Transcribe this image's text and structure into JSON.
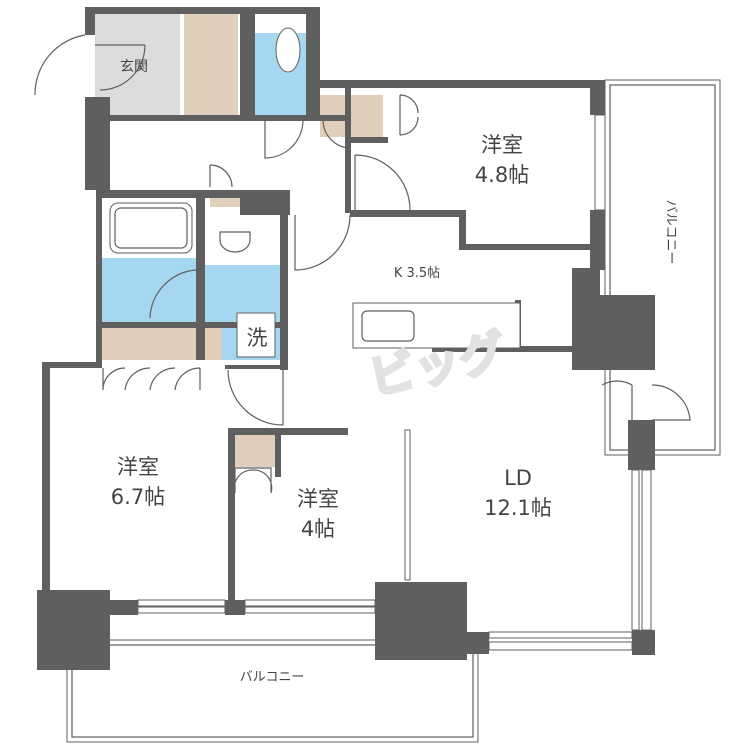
{
  "rooms": {
    "entrance": "玄関",
    "western_room_a": {
      "name": "洋室",
      "size": "4.8帖"
    },
    "kitchen": "K 3.5帖",
    "washroom": "洗",
    "western_room_b": {
      "name": "洋室",
      "size": "6.7帖"
    },
    "western_room_c": {
      "name": "洋室",
      "size": "4帖"
    },
    "living_dining": {
      "name": "LD",
      "size": "12.1帖"
    },
    "balcony_east": "バルコニー",
    "balcony_south": "バルコニー"
  },
  "watermark": "ビッグ",
  "colors": {
    "wall": "#5f5f5f",
    "storage": "#e0cfbb",
    "wet_area": "#a5d8f0",
    "entrance": "#dcdcdc"
  }
}
